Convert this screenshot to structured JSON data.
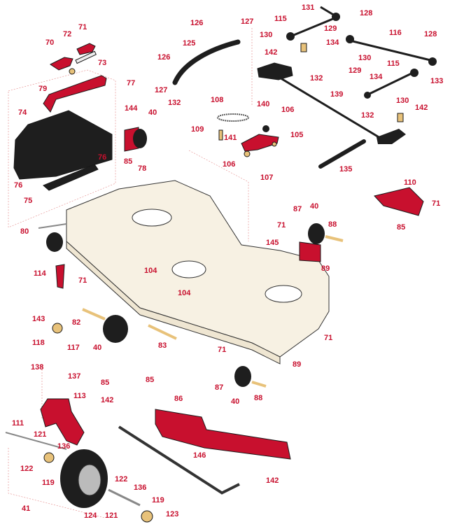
{
  "diagram": {
    "type": "exploded parts diagram",
    "colors": {
      "part_red": "#c8102e",
      "deck_cream": "#f7f1e3",
      "metal_black": "#1e1e1e",
      "brass": "#e8c27a",
      "callout": "#c8102e"
    },
    "callouts": [
      "131",
      "128",
      "126",
      "127",
      "115",
      "130",
      "129",
      "116",
      "71",
      "72",
      "70",
      "73",
      "125",
      "142",
      "134",
      "128",
      "130",
      "126",
      "132",
      "133",
      "115",
      "79",
      "77",
      "127",
      "132",
      "139",
      "129",
      "134",
      "130",
      "108",
      "140",
      "106",
      "142",
      "74",
      "144",
      "40",
      "132",
      "109",
      "141",
      "105",
      "106",
      "107",
      "135",
      "76",
      "85",
      "78",
      "76",
      "75",
      "110",
      "71",
      "80",
      "87",
      "40",
      "88",
      "71",
      "85",
      "145",
      "89",
      "114",
      "71",
      "104",
      "104",
      "143",
      "82",
      "71",
      "118",
      "117",
      "40",
      "83",
      "138",
      "137",
      "71",
      "89",
      "85",
      "85",
      "87",
      "142",
      "113",
      "86",
      "40",
      "88",
      "111",
      "121",
      "136",
      "146",
      "122",
      "142",
      "119",
      "122",
      "136",
      "41",
      "124",
      "121",
      "119",
      "123"
    ]
  }
}
